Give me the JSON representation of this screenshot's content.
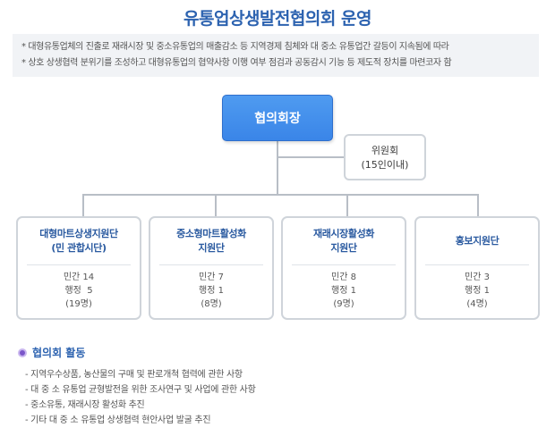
{
  "title": "유통업상생발전협의회 운영",
  "notice": [
    "* 대형유통업체의 진출로 재래시장 및 중소유통업의 매출감소 등 지역경제 침체와 대 중소 유통업간 갈등이 지속됨에 따라",
    "* 상호 상생협력 분위기를 조성하고 대형유통업의 협약사항 이행 여부 점검과 공동감시 기능 등 제도적 장치를 마련코자 함"
  ],
  "chair": "협의회장",
  "committee": {
    "name": "위원회",
    "size": "(15인이내)"
  },
  "branches": [
    {
      "name1": "대형마트상생지원단",
      "name2": "(민 관합시단)",
      "civil": "민간 14",
      "admin": "행정  5",
      "total": "(19명)"
    },
    {
      "name1": "중소형마트활성화",
      "name2": "지원단",
      "civil": "민간 7",
      "admin": "행정 1",
      "total": "(8명)"
    },
    {
      "name1": "재래시장활성화",
      "name2": "지원단",
      "civil": "민간 8",
      "admin": "행정 1",
      "total": "(9명)"
    },
    {
      "name1": "홍보지원단",
      "name2": "",
      "civil": "민간 3",
      "admin": "행정 1",
      "total": "(4명)"
    }
  ],
  "activities": {
    "heading": "협의회 활동",
    "items": [
      "- 지역우수상품, 농산물의 구매 및 판로개척 협력에 관한 사항",
      "- 대 중 소 유통업 균형발전을 위한 조사연구 및 사업에 관한 사항",
      "- 중소유통, 재래시장 활성화 추진",
      "- 기타 대 중 소 유통업 상생협력 현안사업 발굴 추진"
    ]
  }
}
